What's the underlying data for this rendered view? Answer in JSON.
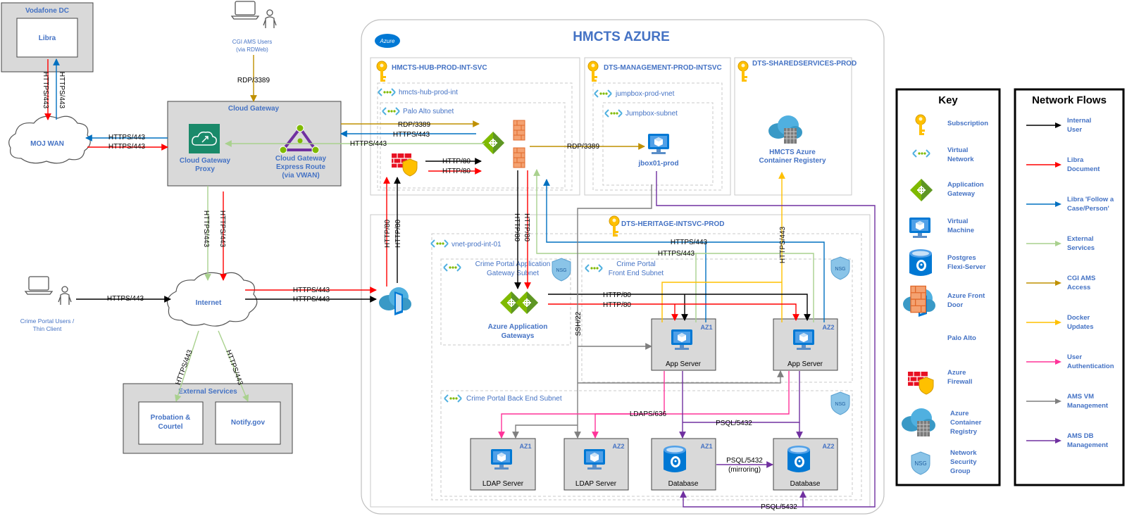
{
  "title": "HMCTS AZURE",
  "vodafone": {
    "label": "Vodafone DC",
    "libra": "Libra"
  },
  "moj_wan": "MOJ WAN",
  "cgi_users": {
    "line1": "CGI AMS Users",
    "line2": "(via RDWeb)"
  },
  "cloud_gateway": {
    "title": "Cloud Gateway",
    "proxy_line1": "Cloud Gateway",
    "proxy_line2": "Proxy",
    "express_line1": "Cloud Gateway",
    "express_line2": "Express Route",
    "express_line3": "(via VWAN)"
  },
  "internet": "Internet",
  "crime_users": {
    "line1": "Crime Portal Users /",
    "line2": "Thin Client"
  },
  "external_services": {
    "title": "External Services",
    "probation_line1": "Probation &",
    "probation_line2": "Courtel",
    "notify": "Notify.gov"
  },
  "azure_badge": "Azure",
  "subscriptions": {
    "hub": "HMCTS-HUB-PROD-INT-SVC",
    "mgmt": "DTS-MANAGEMENT-PROD-INTSVC",
    "shared": "DTS-SHAREDSERVICES-PROD",
    "heritage": "DTS-HERITAGE-INTSVC-PROD"
  },
  "vnets": {
    "hub": "hmcts-hub-prod-int",
    "palo_subnet": "Palo Alto subnet",
    "jumpbox_vnet": "jumpbox-prod-vnet",
    "jumpbox_subnet": "Jumpbox-subnet",
    "prod": "vnet-prod-int-01",
    "appgw_subnet_1": "Crime Portal Application",
    "appgw_subnet_2": "Gateway Subnet",
    "frontend_subnet_1": "Crime Portal",
    "frontend_subnet_2": "Front End Subnet",
    "backend_subnet": "Crime Portal Back End Subnet"
  },
  "nodes": {
    "jbox": "jbox01-prod",
    "acr_line1": "HMCTS Azure",
    "acr_line2": "Container Registery",
    "appgw_line1": "Azure Application",
    "appgw_line2": "Gateways",
    "app_server": "App Server",
    "ldap_server": "LDAP Server",
    "database": "Database",
    "az1": "AZ1",
    "az2": "AZ2",
    "nsg": "NSG"
  },
  "flow_labels": {
    "https443": "HTTPS/443",
    "rdp3389": "RDP/3389",
    "http80": "HTTP/80",
    "ssh22": "SSH/22",
    "ldaps636": "LDAPS/636",
    "psql5432": "PSQL/5432",
    "psql_mirror_1": "PSQL/5432",
    "psql_mirror_2": "(mirroring)"
  },
  "key": {
    "title": "Key",
    "items": [
      {
        "line1": "Subscription",
        "line2": ""
      },
      {
        "line1": "Virtual",
        "line2": "Network"
      },
      {
        "line1": "Application",
        "line2": "Gateway"
      },
      {
        "line1": "Virtual",
        "line2": "Machine"
      },
      {
        "line1": "Postgres",
        "line2": "Flexi-Server"
      },
      {
        "line1": "Azure Front",
        "line2": "Door"
      },
      {
        "line1": "Palo Alto",
        "line2": ""
      },
      {
        "line1": "Azure",
        "line2": "Firewall"
      },
      {
        "line1": "Azure",
        "line2": "Container",
        "line3": "Registry"
      },
      {
        "line1": "Network",
        "line2": "Security",
        "line3": "Group"
      }
    ]
  },
  "network_flows": {
    "title": "Network Flows",
    "items": [
      {
        "line1": "Internal",
        "line2": "User",
        "color": "#000000"
      },
      {
        "line1": "Libra",
        "line2": "Document",
        "color": "#ff0000"
      },
      {
        "line1": "Libra 'Follow a",
        "line2": "Case/Person'",
        "color": "#0070c0"
      },
      {
        "line1": "External",
        "line2": "Services",
        "color": "#a9d18e"
      },
      {
        "line1": "CGI AMS",
        "line2": "Access",
        "color": "#bf9000"
      },
      {
        "line1": "Docker",
        "line2": "Updates",
        "color": "#ffc000"
      },
      {
        "line1": "User",
        "line2": "Authentication",
        "color": "#ff3399"
      },
      {
        "line1": "AMS VM",
        "line2": "Management",
        "color": "#7f7f7f"
      },
      {
        "line1": "AMS DB",
        "line2": "Management",
        "color": "#7030a0"
      }
    ]
  },
  "colors": {
    "label_blue": "#4472c4",
    "black": "#000000",
    "red": "#ff0000",
    "blue": "#0070c0",
    "green": "#a9d18e",
    "gold": "#bf9000",
    "yellow": "#ffc000",
    "pink": "#ff3399",
    "grey": "#7f7f7f",
    "purple": "#7030a0"
  }
}
